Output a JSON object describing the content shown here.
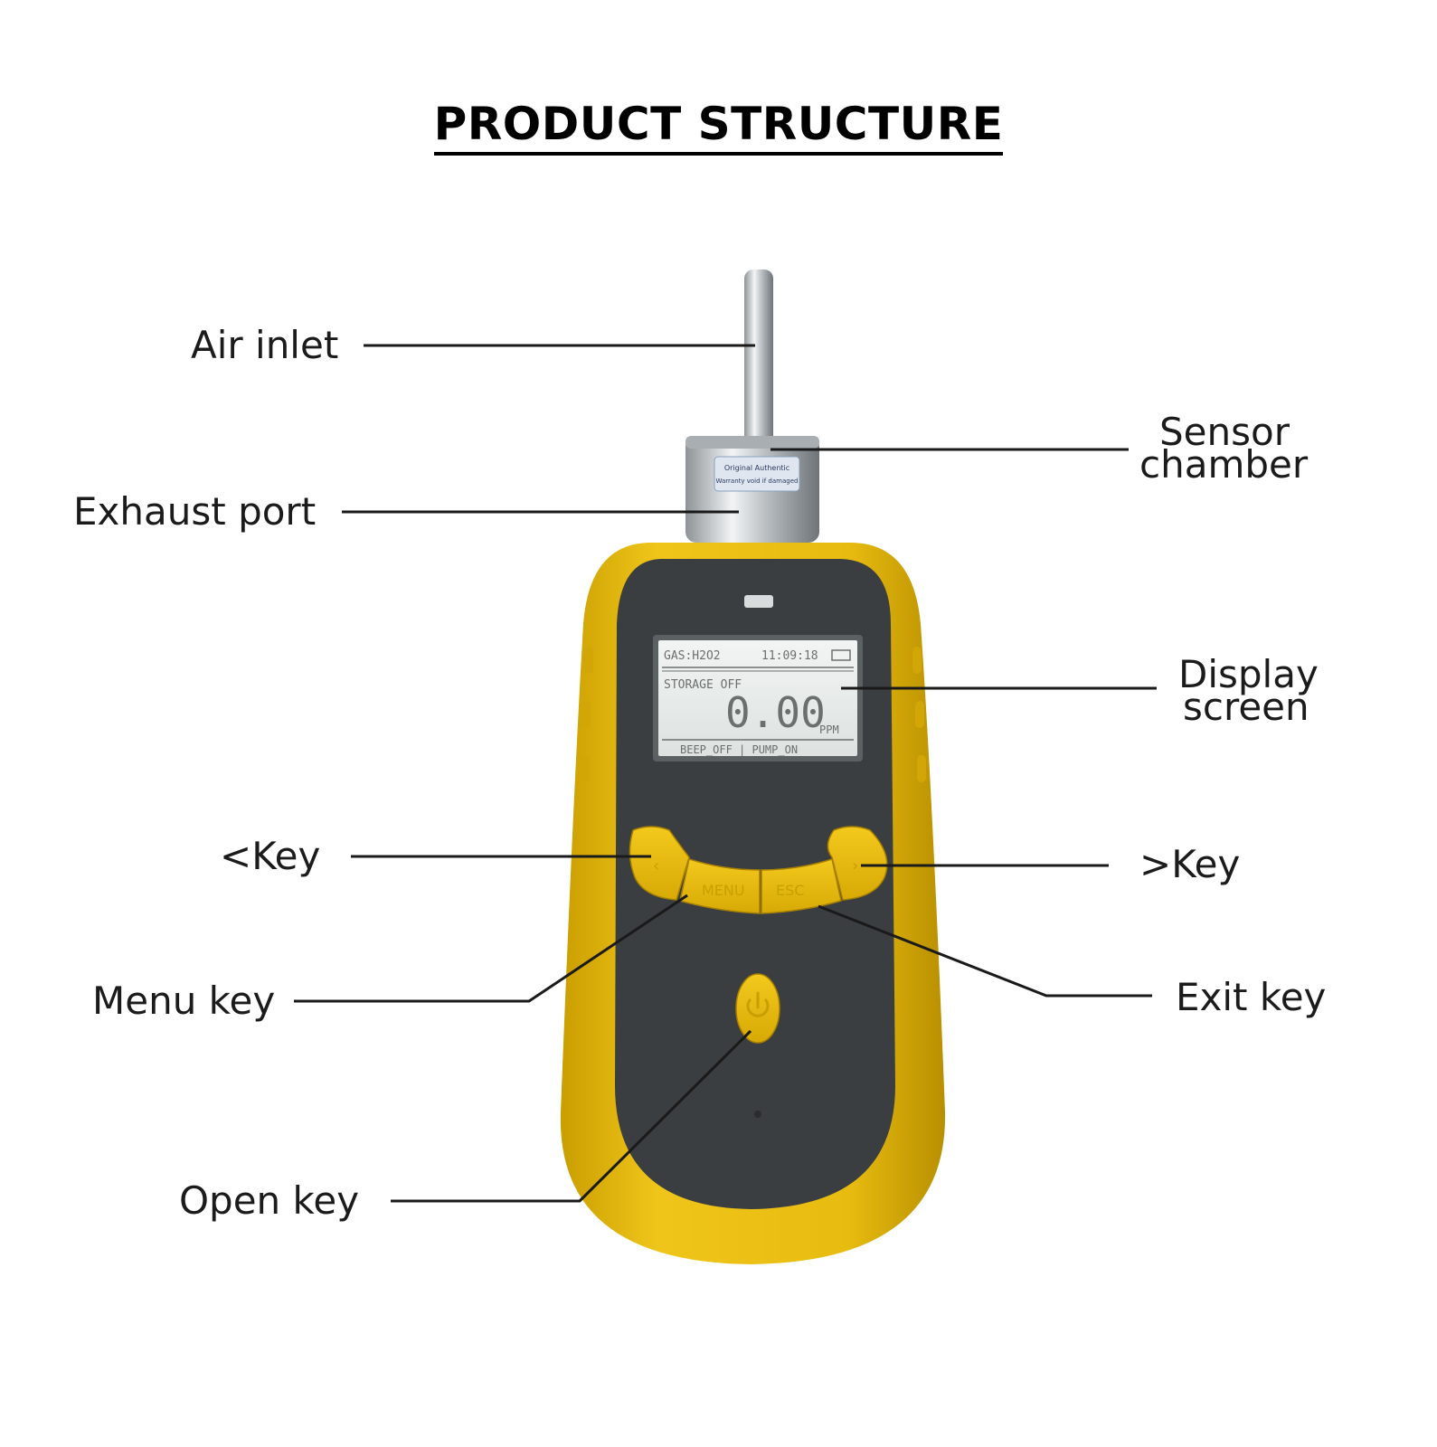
{
  "title": "PRODUCT STRUCTURE",
  "labels": {
    "air_inlet": "Air inlet",
    "sensor_chamber_line1": "Sensor",
    "sensor_chamber_line2": "chamber",
    "exhaust_port": "Exhaust port",
    "display_line1": "Display",
    "display_line2": "screen",
    "left_key": "<Key",
    "right_key": ">Key",
    "menu_key": "Menu key",
    "exit_key": "Exit key",
    "open_key": "Open key"
  },
  "device": {
    "sticker_line1": "Original Authentic",
    "sticker_line2": "Warranty void if damaged",
    "screen": {
      "gas": "GAS:H2O2",
      "time": "11:09:18",
      "storage": "STORAGE OFF",
      "reading": "0.00",
      "unit": "PPM",
      "status": "BEEP_OFF | PUMP_ON"
    },
    "menu_button": "MENU",
    "esc_button": "ESC"
  },
  "colors": {
    "housing_yellow": "#e6b90f",
    "face_dark": "#3a3d3e",
    "lcd_background": "#e8ecea",
    "chrome": "#c9cdd0",
    "leader_line": "#1a1a1a"
  }
}
